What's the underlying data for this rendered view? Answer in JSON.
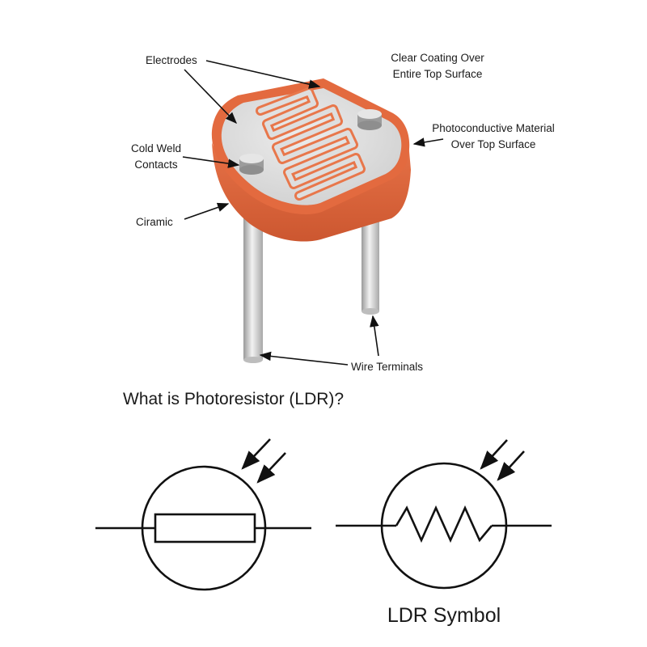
{
  "labels": {
    "electrodes": "Electrodes",
    "clear_coating_line1": "Clear Coating Over",
    "clear_coating_line2": "Entire Top Surface",
    "photoconductive_line1": "Photoconductive Material",
    "photoconductive_line2": "Over Top Surface",
    "cold_weld_line1": "Cold Weld",
    "cold_weld_line2": "Contacts",
    "ceramic": "Ciramic",
    "wire_terminals": "Wire Terminals"
  },
  "title": "What is Photoresistor (LDR)?",
  "symbol_caption": "LDR Symbol",
  "colors": {
    "ceramic_body": "#e36a3f",
    "ceramic_side": "#cf5a32",
    "top_surface": "#dcdcdc",
    "electrode_track": "#e8774b",
    "wire": "#c8c8c8",
    "line": "#111111"
  }
}
